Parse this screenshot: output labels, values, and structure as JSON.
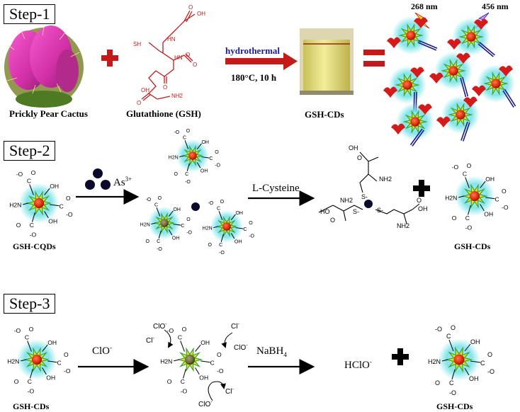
{
  "steps": [
    "Step-1",
    "Step-2",
    "Step-3"
  ],
  "step1": {
    "cactus_label": "Prickly Pear Cactus",
    "gsh_label": "Glutathione (GSH)",
    "arrow_top": "hydrothermal",
    "arrow_bottom": "180°C, 10 h",
    "product_label": "GSH-CDs",
    "excitation": "268 nm",
    "emission": "456 nm",
    "gsh_atoms": [
      "OH",
      "O",
      "HN",
      "O",
      "SH",
      "HN",
      "O",
      "O",
      "O",
      "OH",
      "NH2"
    ]
  },
  "step2": {
    "start_label": "GSH-CQDs",
    "ion": "As3+",
    "reagent": "L-Cysteine",
    "end_label": "GSH-CDs",
    "cys_atoms": [
      "OH",
      "O",
      "NH2",
      "S-",
      "HO",
      "O",
      "NH2",
      "S-",
      "S-",
      "OH",
      "O",
      "NH2"
    ]
  },
  "step3": {
    "start_label": "GSH-CDs",
    "oxidant": "ClO-",
    "chloride": "Cl-",
    "reagent": "NaBH4",
    "byproduct": "HClO-",
    "end_label": "GSH-CDs"
  },
  "groups": {
    "carboxylate_o": "O",
    "carboxylate_minus": "-O",
    "hydroxyl": "OH",
    "amine": "H2N",
    "carbon": "C"
  },
  "colors": {
    "accent_red": "#c41a1a",
    "halo": "#6fe0e6",
    "star_yellow": "#d9e324",
    "star_green": "#3aa33a",
    "core_red": "#e02a10",
    "core_dark": "#6b6b35",
    "solution": "#e8e08a"
  }
}
